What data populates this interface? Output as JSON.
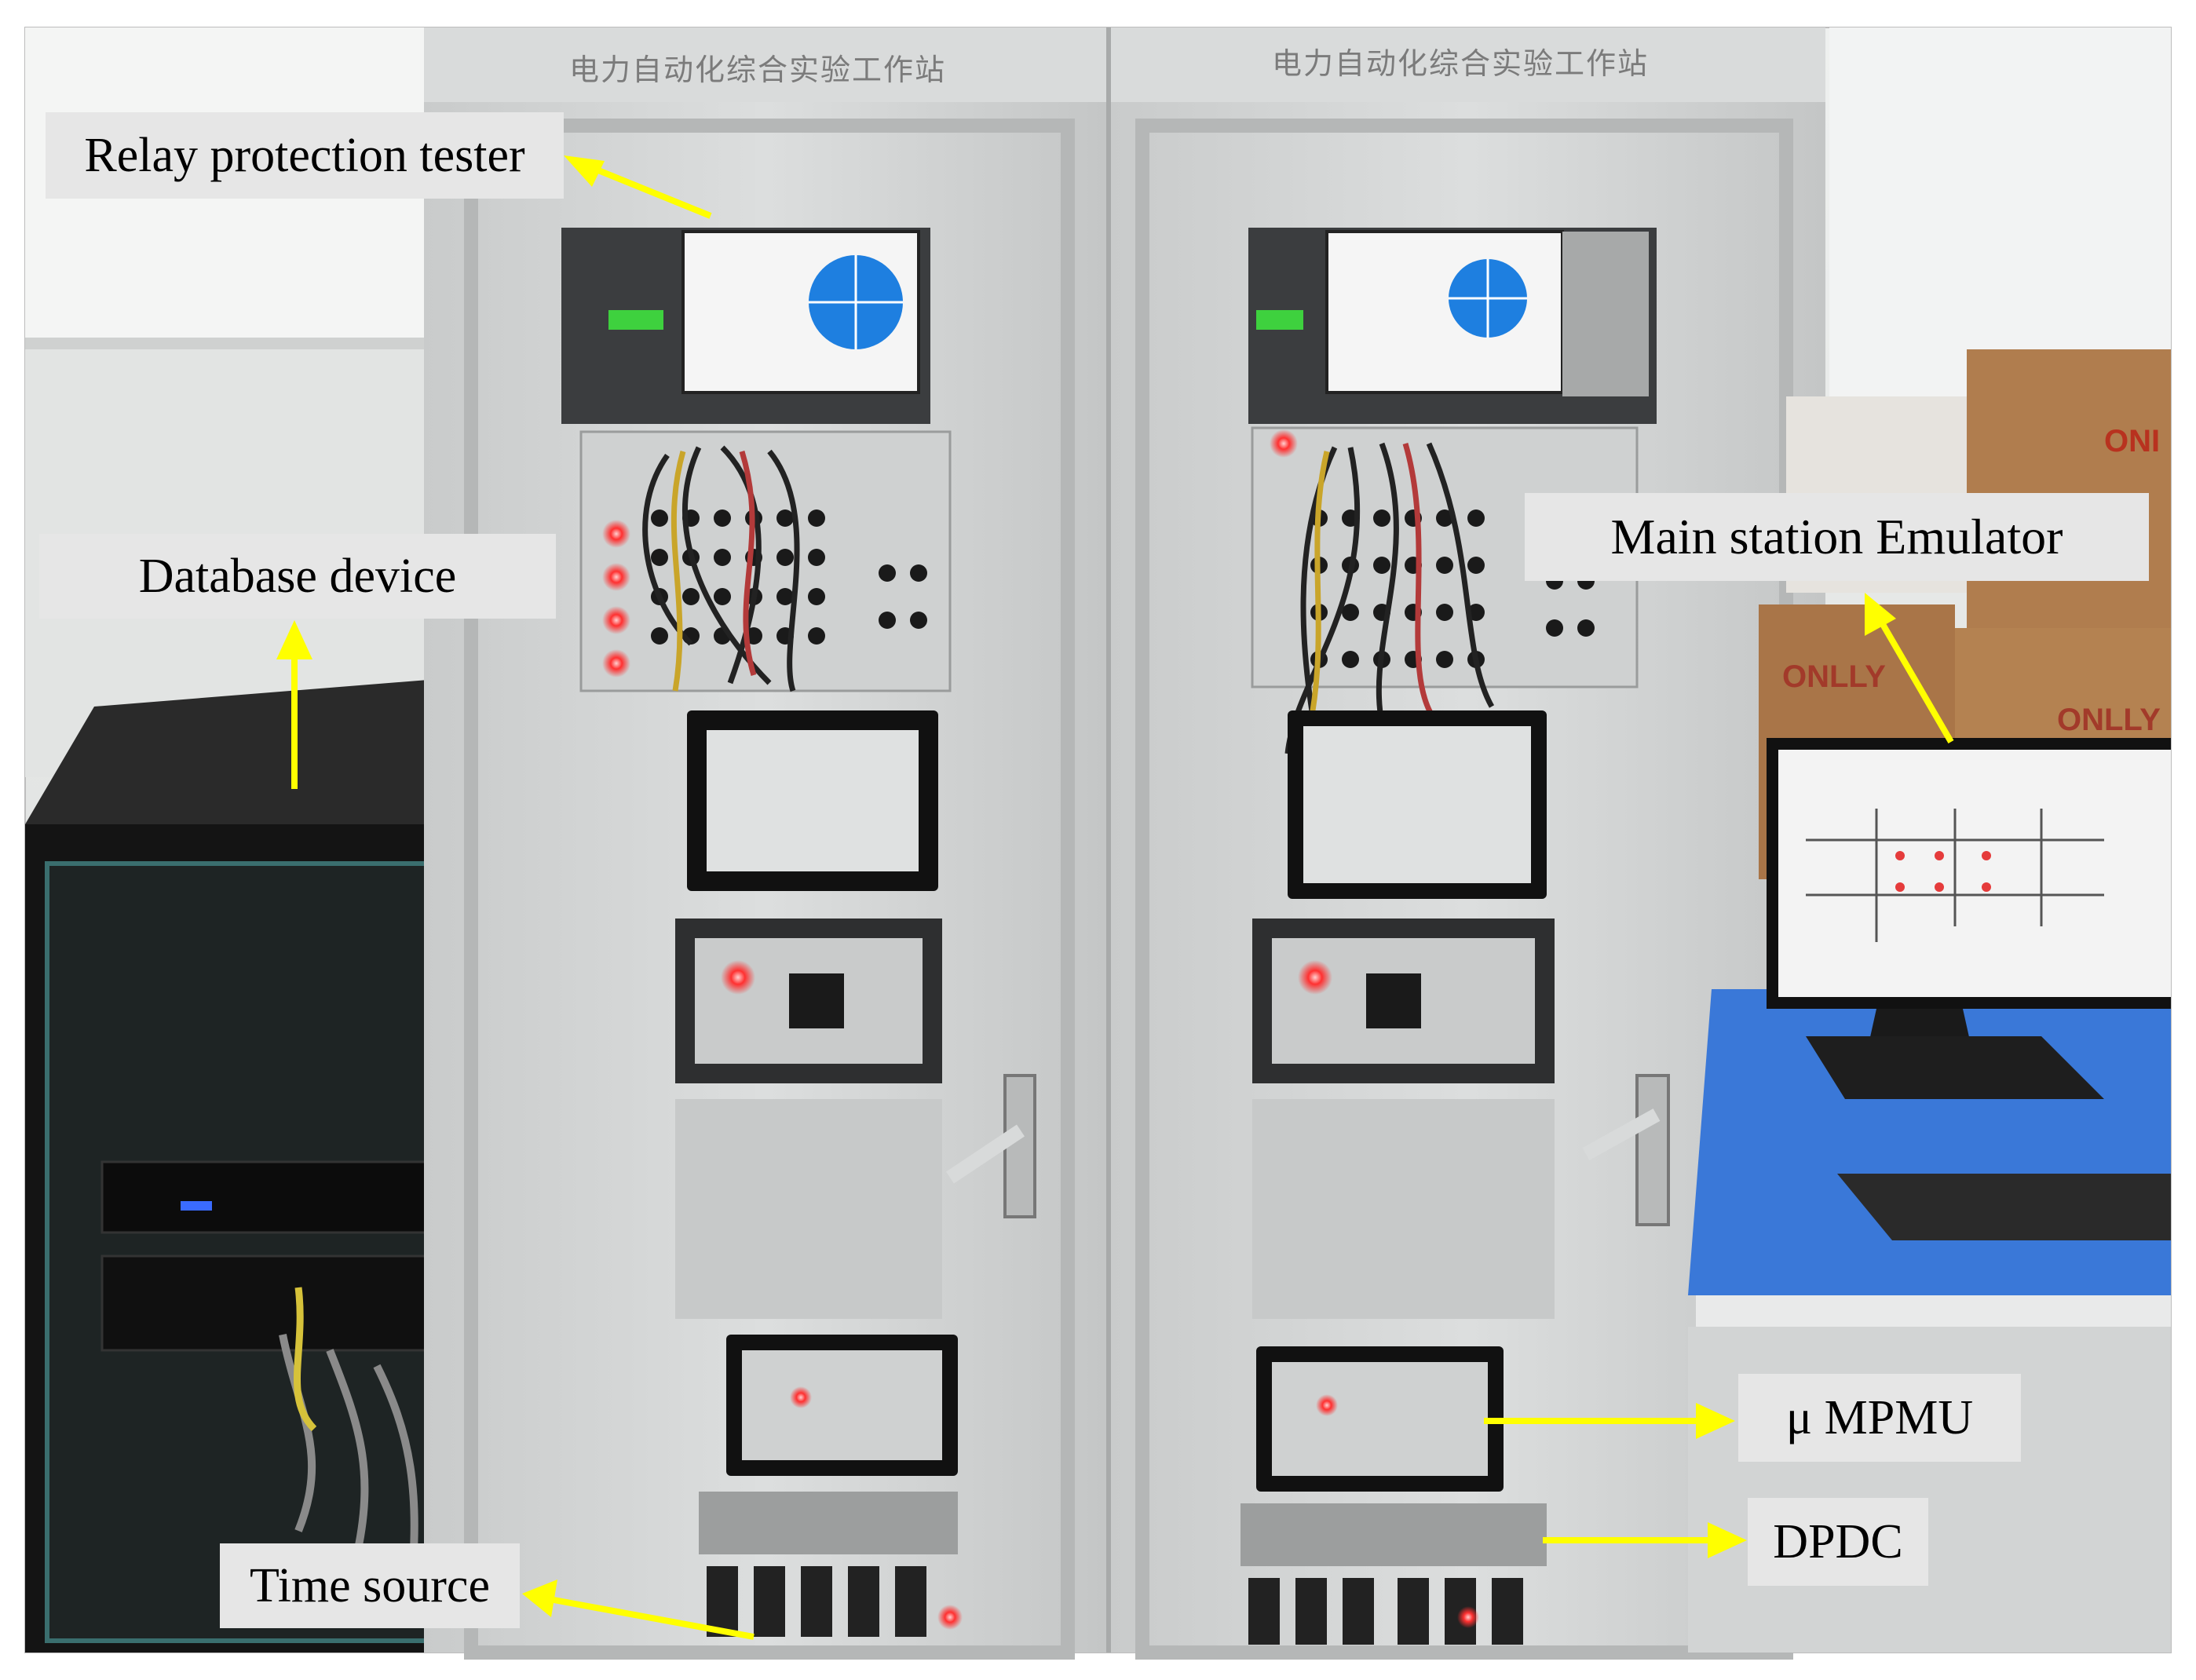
{
  "figure": {
    "cabinet_headers": [
      "电力自动化综合实验工作站",
      "电力自动化综合实验工作站"
    ],
    "labels": {
      "relay_protection_tester": "Relay protection tester",
      "database_device": "Database device",
      "main_station_emulator": "Main station Emulator",
      "mu_mpmu": "μ MPMU",
      "dpdc": "DPDC",
      "time_source": "Time source"
    },
    "box_markings": [
      "ONLLY",
      "ONLLY",
      "ONI"
    ]
  },
  "colors": {
    "arrow": "#ffff00",
    "label_background": "#e6e6e6",
    "cabinet": "#d4d6d6",
    "screen_circle": "#1e7fe0",
    "desk": "#3a78d8",
    "rack": "#141414",
    "carton": "#b07d4e"
  }
}
